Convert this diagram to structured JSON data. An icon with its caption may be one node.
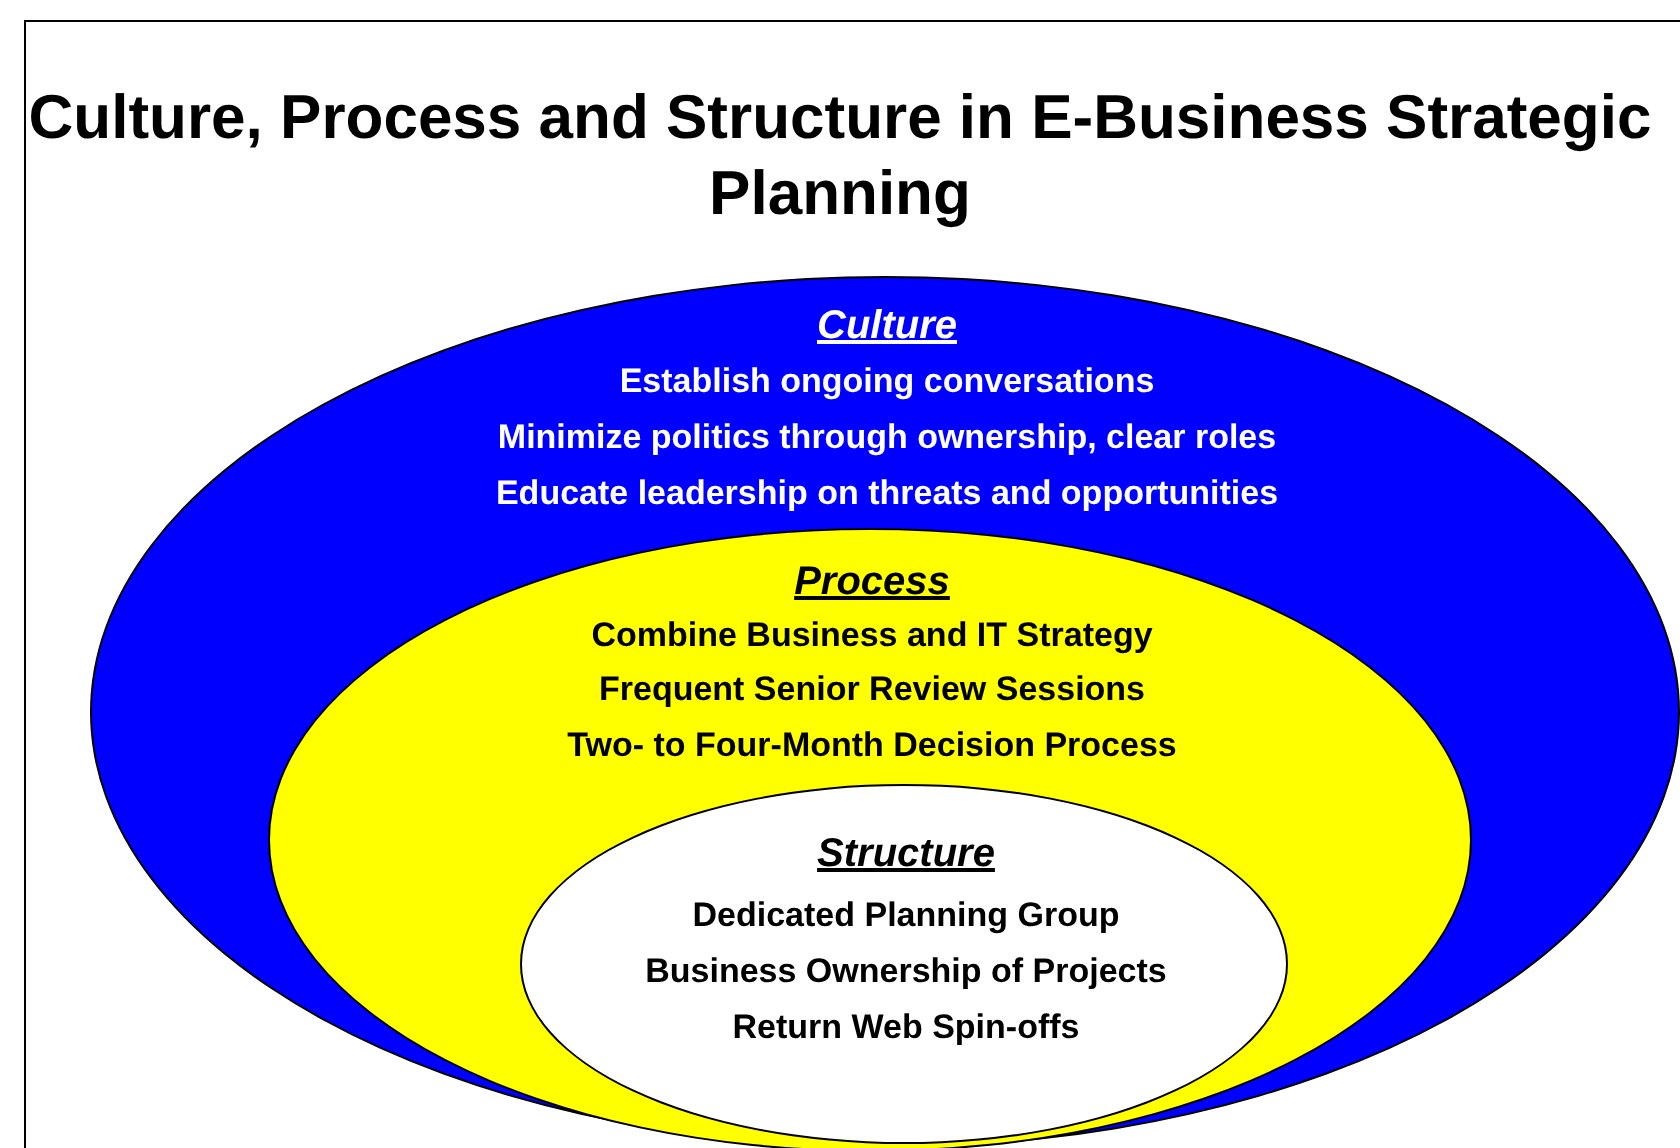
{
  "diagram": {
    "title": "Culture, Process and Structure in E-Business Strategic Planning",
    "nodes": [
      {
        "text": [
          "Culture",
          "Establish ongoing conversations",
          "Minimize politics through ownership, clear roles",
          "Educate leadership on threats and opportunities"
        ]
      },
      {
        "text": [
          "Process",
          "Combine Business and IT Strategy",
          "Frequent Senior Review Sessions",
          "Two- to Four-Month Decision Process"
        ],
        "in": 0
      },
      {
        "text": [
          "Structure",
          "Dedicated Planning Group",
          "Business Ownership of Projects",
          "Return Web Spin-offs"
        ],
        "in": 1
      }
    ]
  }
}
